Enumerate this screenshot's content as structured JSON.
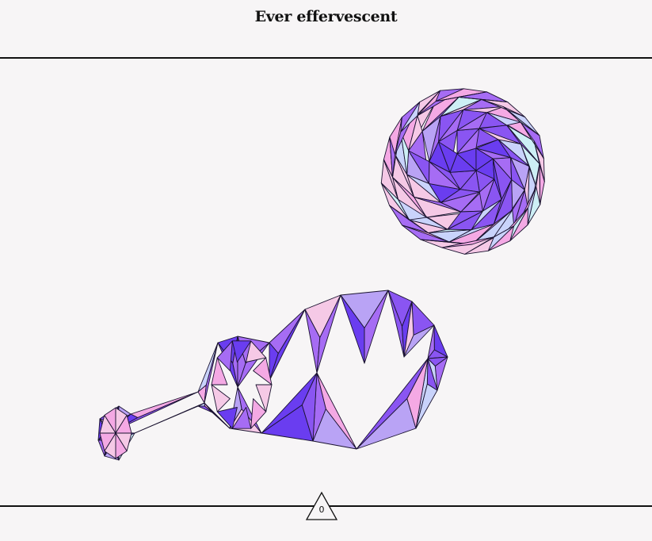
{
  "header": {
    "title": "Ever effervescent"
  },
  "footer": {
    "counter": "0"
  },
  "colors": {
    "background": "#f7f5f6",
    "palette": [
      "#6a3df0",
      "#8a55f2",
      "#a66cf4",
      "#c9d3fb",
      "#cdeff5",
      "#f5c9e6",
      "#f4a9e4",
      "#b9a3f5"
    ]
  },
  "scene": {
    "shapes": [
      {
        "name": "sphere",
        "kind": "faceted-sphere"
      },
      {
        "name": "gourd",
        "kind": "faceted-blob"
      }
    ]
  }
}
